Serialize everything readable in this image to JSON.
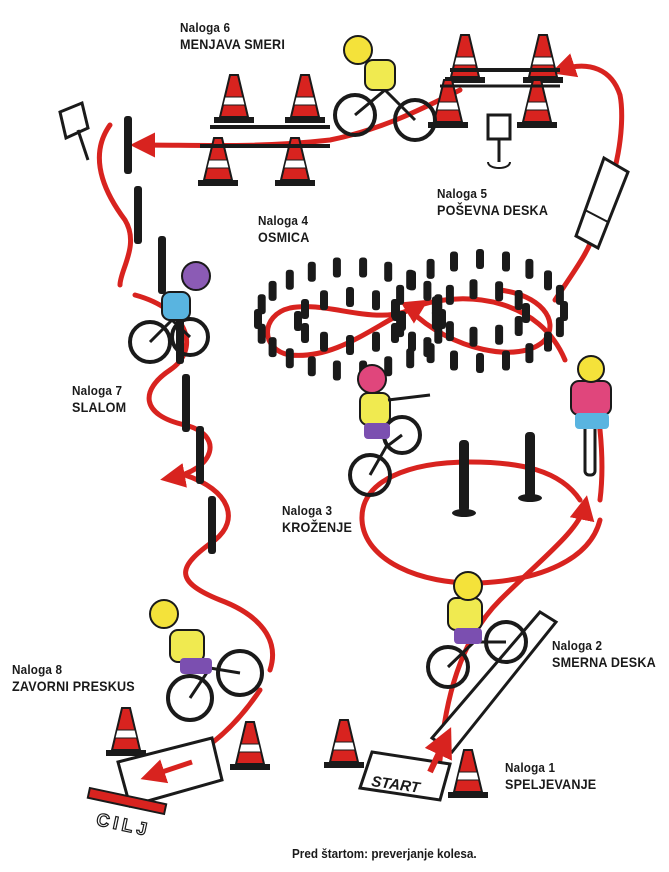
{
  "colors": {
    "path_red": "#d8231f",
    "cone_red": "#d8231f",
    "ink": "#1a1a1a",
    "helmet_yellow": "#f4e23a",
    "helmet_purple": "#8b5bb5",
    "helmet_pink": "#e0467c",
    "shirt_yellow": "#f0ea50",
    "shirt_blue": "#59b4e0",
    "shorts_purple": "#7b4fb0"
  },
  "stations": {
    "s1": {
      "title": "Naloga 1",
      "name": "SPELJEVANJE"
    },
    "s2": {
      "title": "Naloga 2",
      "name": "SMERNA DESKA"
    },
    "s3": {
      "title": "Naloga 3",
      "name": "KROŽENJE"
    },
    "s4": {
      "title": "Naloga 4",
      "name": "OSMICA"
    },
    "s5": {
      "title": "Naloga 5",
      "name": "POŠEVNA DESKA"
    },
    "s6": {
      "title": "Naloga 6",
      "name": "MENJAVA SMERI"
    },
    "s7": {
      "title": "Naloga 7",
      "name": "SLALOM"
    },
    "s8": {
      "title": "Naloga 8",
      "name": "ZAVORNI PRESKUS"
    }
  },
  "start_label": "START",
  "finish_label": "CILJ",
  "footer_note": "Pred štartom: preverjanje kolesa.",
  "icons": [
    "traffic-cone-icon",
    "bollard-icon",
    "signpost-icon",
    "bicycle-rider-icon",
    "direction-arrow-icon"
  ]
}
